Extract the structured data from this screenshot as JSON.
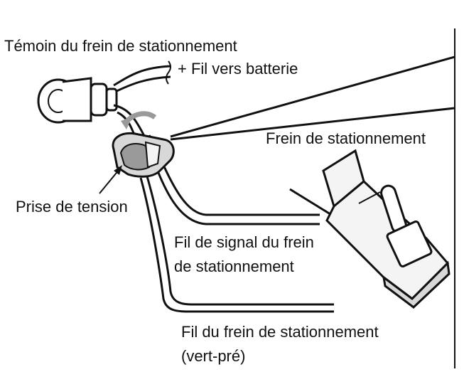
{
  "labels": {
    "indicator": "Témoin du frein de stationnement",
    "battery_wire": "+ Fil vers batterie",
    "parking_brake": "Frein de stationnement",
    "power_tap": "Prise de tension",
    "signal_wire_line1": "Fil de signal du frein",
    "signal_wire_line2": "de stationnement",
    "brake_wire_line1": "Fil du frein de stationnement",
    "brake_wire_line2": "(vert-pré)"
  },
  "colors": {
    "stroke": "#111111",
    "background": "#ffffff",
    "fill_light": "#f4f4f4",
    "fill_mid": "#d8d8d8",
    "fill_dark": "#9a9a9a"
  }
}
